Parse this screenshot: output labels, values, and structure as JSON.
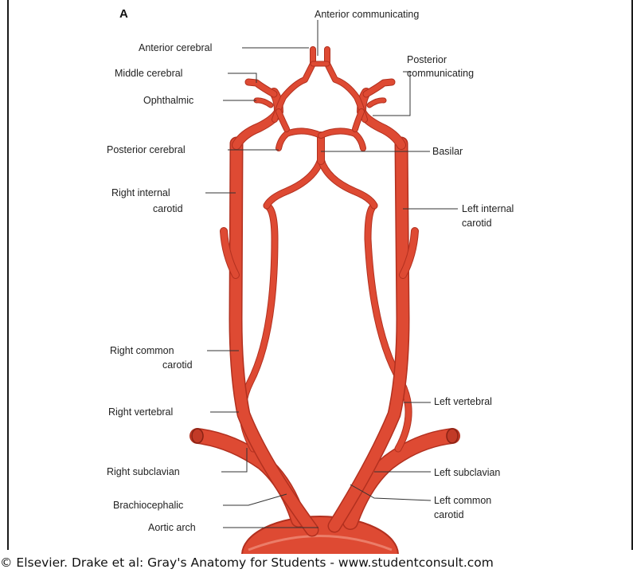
{
  "panel_letter": "A",
  "labels": {
    "anterior_communicating": "Anterior communicating",
    "anterior_cerebral": "Anterior cerebral",
    "middle_cerebral": "Middle cerebral",
    "ophthalmic": "Ophthalmic",
    "posterior_communicating_1": "Posterior",
    "posterior_communicating_2": "communicating",
    "posterior_cerebral": "Posterior cerebral",
    "basilar": "Basilar",
    "right_internal_carotid_1": "Right internal",
    "right_internal_carotid_2": "carotid",
    "left_internal_carotid_1": "Left internal",
    "left_internal_carotid_2": "carotid",
    "right_common_carotid_1": "Right common",
    "right_common_carotid_2": "carotid",
    "right_vertebral": "Right vertebral",
    "left_vertebral": "Left vertebral",
    "right_subclavian": "Right subclavian",
    "left_subclavian": "Left subclavian",
    "brachiocephalic": "Brachiocephalic",
    "left_common_carotid_1": "Left common",
    "left_common_carotid_2": "carotid",
    "aortic_arch": "Aortic arch"
  },
  "copyright": "© Elsevier. Drake et al: Gray's Anatomy for Students - www.studentconsult.com",
  "colors": {
    "artery": "#de4a33",
    "artery_edge": "#b2301f",
    "label_text": "#222222"
  }
}
